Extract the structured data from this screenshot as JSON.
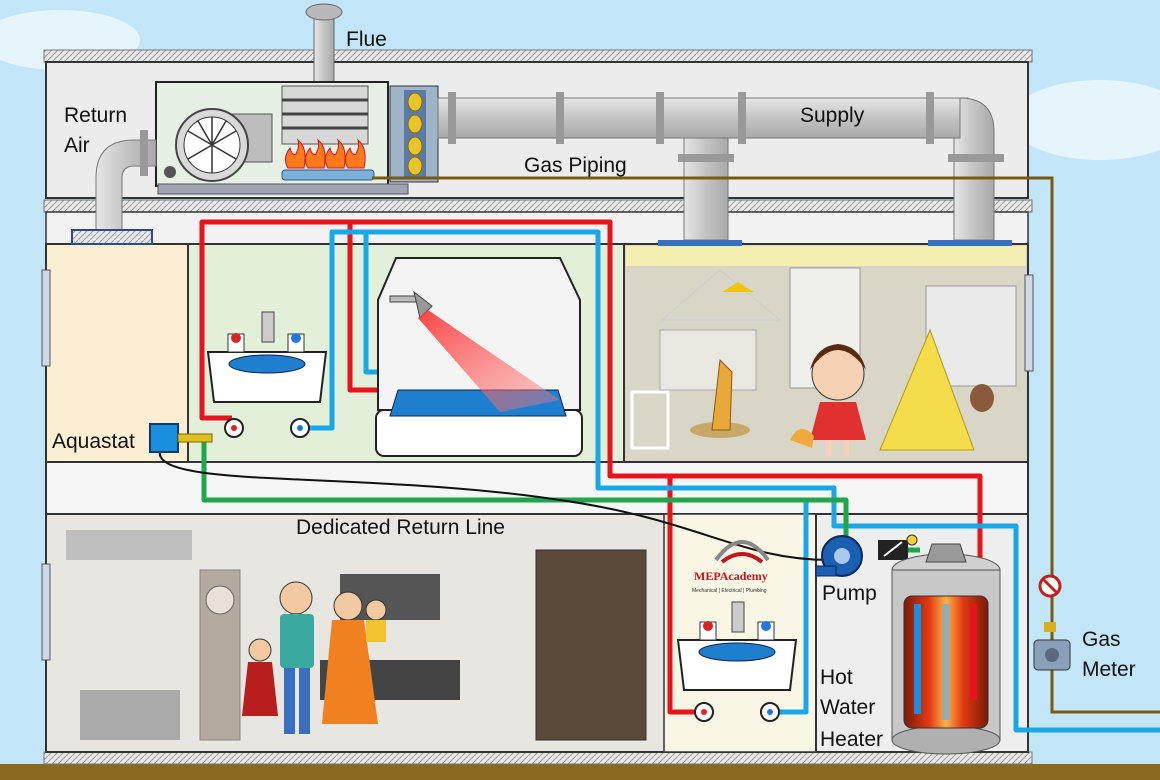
{
  "labels": {
    "flue": "Flue",
    "return_air": [
      "Return",
      "Air"
    ],
    "supply": "Supply",
    "gas_piping": "Gas Piping",
    "aquastat": "Aquastat",
    "dedicated_return_line": "Dedicated Return Line",
    "pump": "Pump",
    "gas_meter": [
      "Gas",
      "Meter"
    ],
    "hot_water_heater": [
      "Hot",
      "Water",
      "Heater"
    ]
  },
  "brand": {
    "name": "MEPAcademy",
    "tagline": "Mechanical | Electrical | Plumbing"
  },
  "icons": {
    "furnace": "furnace-icon",
    "blower": "blower-fan-icon",
    "burner": "burner-flame-icon",
    "coil": "cooling-coil-icon",
    "sink": "sink-icon",
    "shower": "shower-head-icon",
    "bathtub": "bathtub-icon",
    "pump": "circulator-pump-icon",
    "check_valve": "check-valve-icon",
    "gas_meter": "gas-meter-icon",
    "gas_valve": "gas-valve-icon",
    "water_heater": "water-heater-icon",
    "family": "family-illustration",
    "child": "child-illustration"
  },
  "colors": {
    "hot_water": "#e8141c",
    "cold_water": "#18a8e8",
    "return_line": "#1fa64a",
    "gas_pipe": "#7a5a12",
    "sky": "#bfe3f7"
  }
}
